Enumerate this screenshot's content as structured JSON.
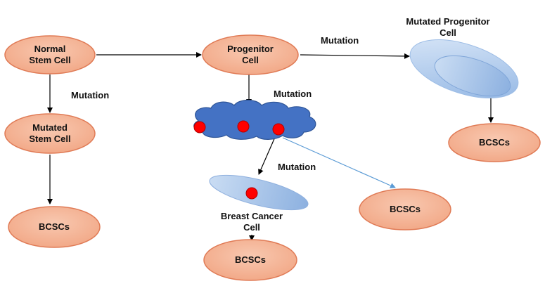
{
  "nodes": {
    "normal_stem_cell": {
      "line1": "Normal",
      "line2": "Stem Cell"
    },
    "progenitor_cell": {
      "line1": "Progenitor",
      "line2": "Cell"
    },
    "mutated_progenitor_cell": {
      "line1": "Mutated Progenitor",
      "line2": "Cell"
    },
    "mutated_stem_cell": {
      "line1": "Mutated",
      "line2": "Stem Cell"
    },
    "breast_cancer_cell": {
      "line1": "Breast Cancer",
      "line2": "Cell"
    },
    "bcscs_left": {
      "label": "BCSCs"
    },
    "bcscs_right_top": {
      "label": "BCSCs"
    },
    "bcscs_middle_right": {
      "label": "BCSCs"
    },
    "bcscs_bottom": {
      "label": "BCSCs"
    }
  },
  "edge_labels": {
    "mutation_top": "Mutation",
    "mutation_left": "Mutation",
    "mutation_cloud": "Mutation",
    "mutation_lower": "Mutation"
  },
  "colors": {
    "salmon_fill": "#f4b497",
    "salmon_stroke": "#e07b56",
    "cloud_fill": "#4472c4",
    "cloud_stroke": "#2f5597",
    "cell_red": "#ff0000",
    "light_blue": "#a9c8ee",
    "arrow": "#000000",
    "blue_arrow": "#5b9bd5"
  }
}
